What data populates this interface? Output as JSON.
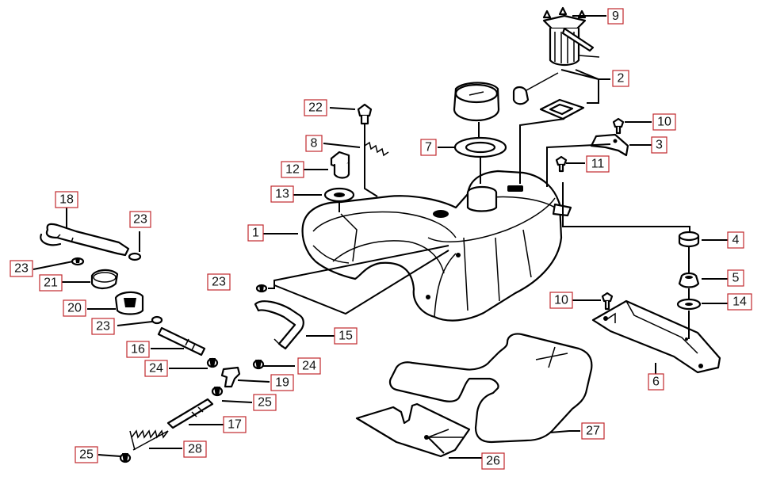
{
  "diagram": {
    "labels": {
      "p1": "1",
      "p2": "2",
      "p3": "3",
      "p4": "4",
      "p5": "5",
      "p6": "6",
      "p7": "7",
      "p8": "8",
      "p9": "9",
      "p10a": "10",
      "p10b": "10",
      "p11": "11",
      "p12": "12",
      "p13": "13",
      "p14": "14",
      "p15": "15",
      "p16": "16",
      "p17": "17",
      "p18": "18",
      "p19": "19",
      "p20": "20",
      "p21": "21",
      "p22": "22",
      "p23a": "23",
      "p23b": "23",
      "p23c": "23",
      "p23d": "23",
      "p24a": "24",
      "p24b": "24",
      "p25a": "25",
      "p25b": "25",
      "p26": "26",
      "p27": "27",
      "p28": "28"
    }
  }
}
